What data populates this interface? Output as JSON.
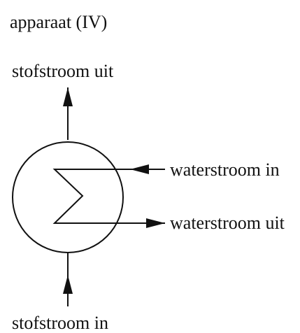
{
  "title": "apparaat (IV)",
  "labels": {
    "stof_out": "stofstroom uit",
    "stof_in": "stofstroom in",
    "water_in": "waterstroom in",
    "water_out": "waterstroom uit"
  },
  "colors": {
    "ink": "#111111",
    "background": "#ffffff"
  }
}
